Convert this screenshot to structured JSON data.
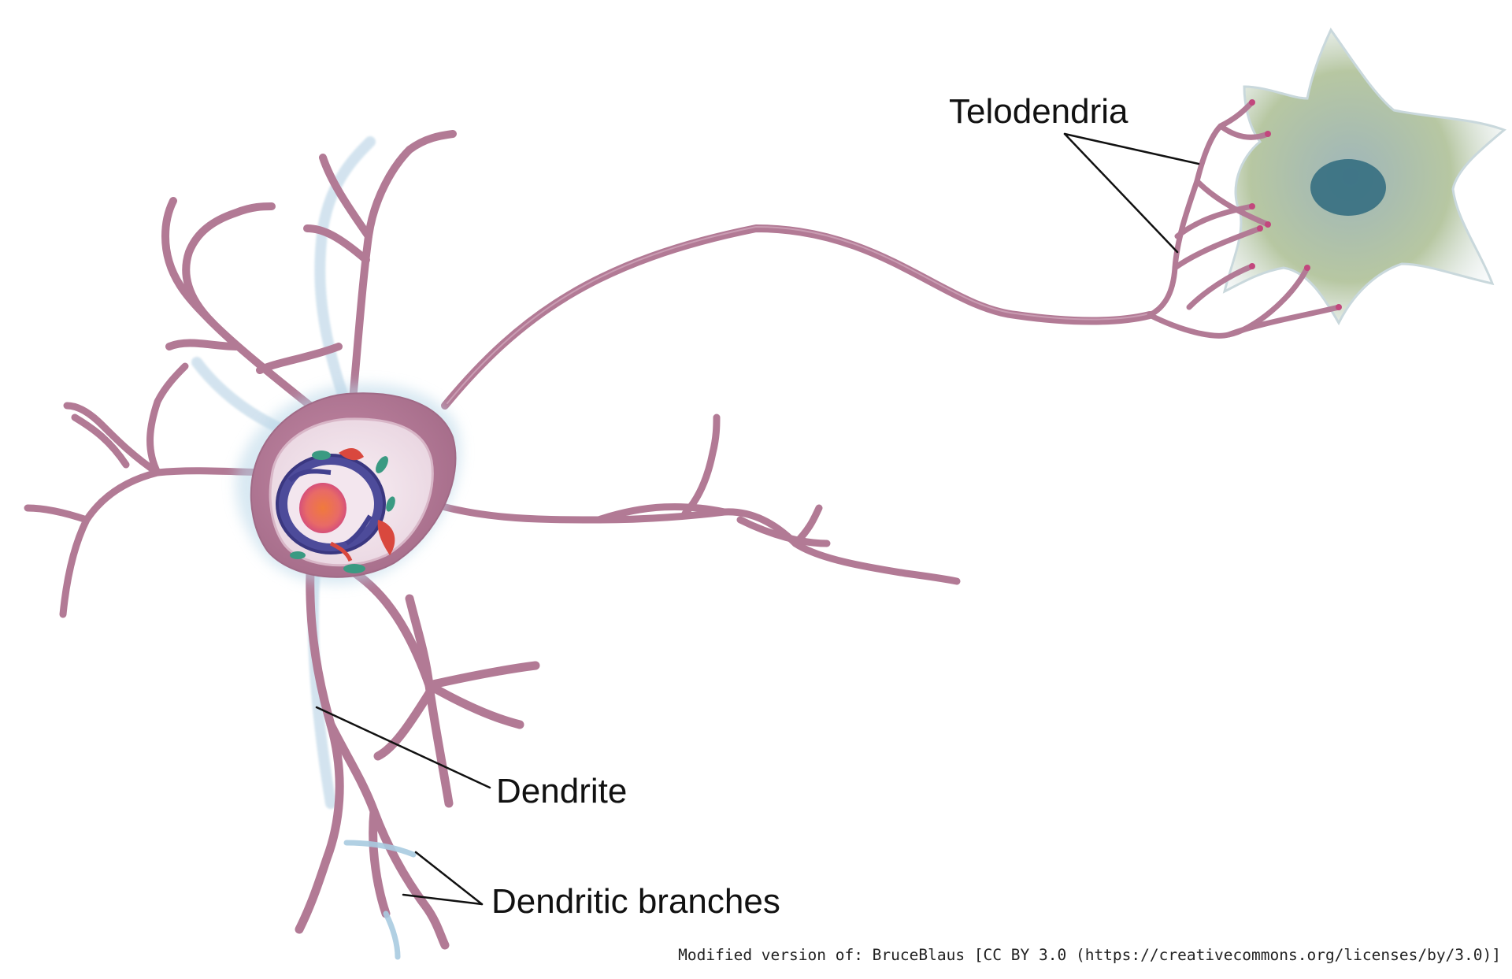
{
  "labels": {
    "telodendria": "Telodendria",
    "dendrite": "Dendrite",
    "dendritic_branches": "Dendritic branches"
  },
  "credit": "Modified version of: BruceBlaus [CC BY 3.0 (https://creativecommons.org/licenses/by/3.0)]",
  "colors": {
    "background": "#ffffff",
    "neuron_body": "#b57b97",
    "neuron_edge": "#9fc3dc",
    "target_cell": "#a7bfb3",
    "target_nucleus": "#2f6a7e",
    "nucleus_ring": "#42408f",
    "nucleolus": "#e0683f",
    "mitochondria": "#3a9a82",
    "organelle_red": "#d9483e",
    "leader_line": "#111111"
  }
}
